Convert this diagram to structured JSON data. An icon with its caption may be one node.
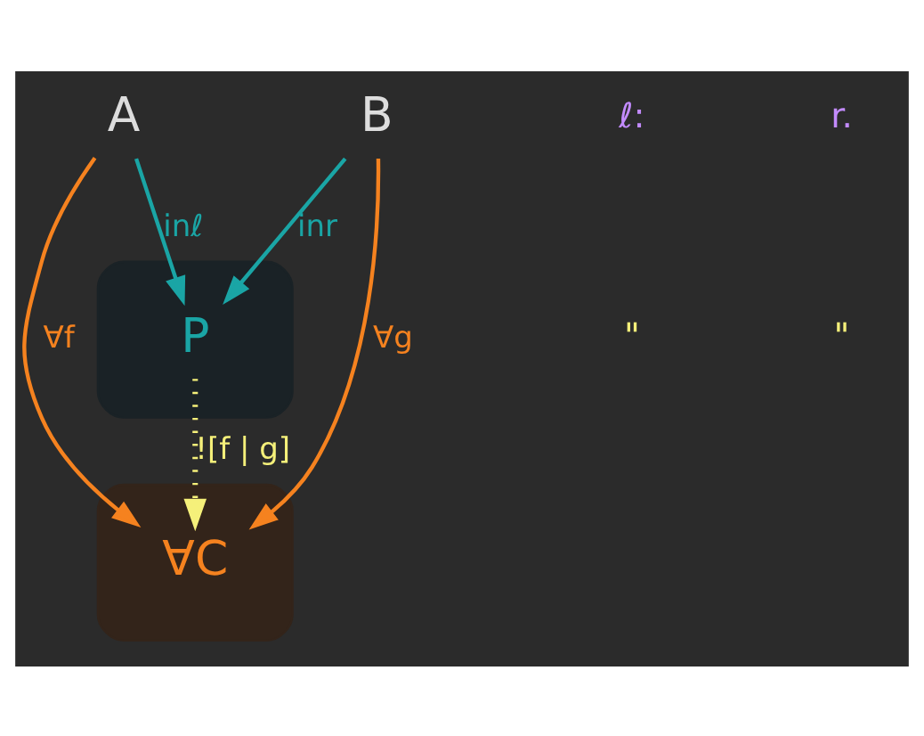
{
  "diagram": {
    "nodes": [
      {
        "text": [],
        "shape": "band"
      },
      {
        "text": [
          "P"
        ],
        "in": 0
      },
      {
        "text": [],
        "shape": "band"
      },
      {
        "text": [
          "∀C"
        ],
        "in": 2
      },
      {
        "text": [
          "A"
        ]
      },
      {
        "text": [
          "B"
        ]
      }
    ],
    "edges": [
      {
        "from": 4,
        "to": 1,
        "arrow": "to",
        "label": "inℓ",
        "color": "#1aa5a5"
      },
      {
        "from": 5,
        "to": 1,
        "arrow": "to",
        "label": "inr",
        "color": "#1aa5a5"
      },
      {
        "from": 1,
        "to": 3,
        "arrow": "to",
        "label": "![f | g]",
        "style": "dashed",
        "color": "#f5f07a"
      },
      {
        "from": 4,
        "to": 3,
        "arrow": "to",
        "label": "∀f",
        "color": "#f5821f"
      },
      {
        "from": 5,
        "to": 3,
        "arrow": "to",
        "label": "∀g",
        "color": "#f5821f"
      }
    ],
    "labels": [
      "ℓ:",
      "r.",
      "\"",
      "\""
    ]
  }
}
